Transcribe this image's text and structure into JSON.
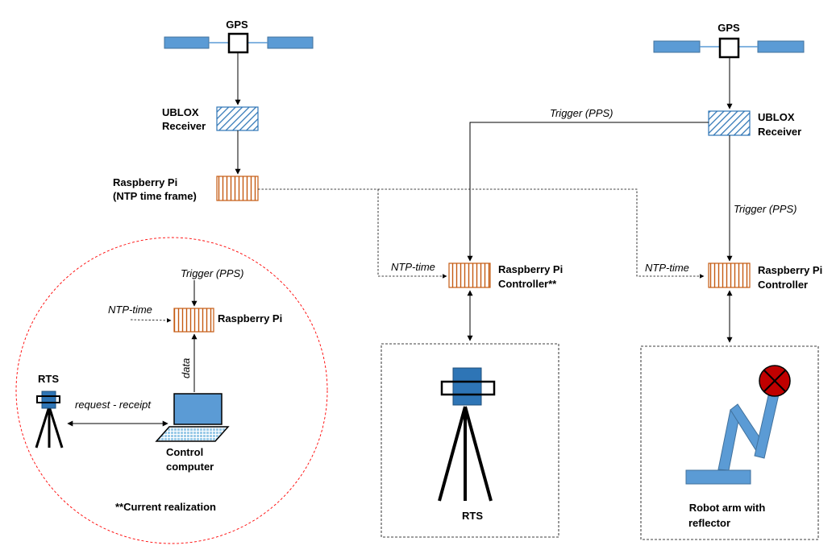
{
  "labels": {
    "gps": "GPS",
    "ublox_line1": "UBLOX",
    "ublox_line2": "Receiver",
    "rpi_ntp_line1": "Raspberry Pi",
    "rpi_ntp_line2": "(NTP time frame)",
    "trigger_pps": "Trigger (PPS)",
    "ntp_time": "NTP-time",
    "rpi_controller_star_line1": "Raspberry Pi",
    "rpi_controller_star_line2": "Controller**",
    "rpi_controller_line1": "Raspberry Pi",
    "rpi_controller_line2": "Controller",
    "raspberry_pi": "Raspberry Pi",
    "data": "data",
    "rts": "RTS",
    "request_receipt": "request - receipt",
    "control_computer_line1": "Control",
    "control_computer_line2": "computer",
    "current_realization": "**Current realization",
    "robot_arm_line1": "Robot arm with",
    "robot_arm_line2": "reflector"
  },
  "colors": {
    "satellite_blue": "#5b9bd5",
    "pi_orange": "#c55a11",
    "ublox_blue": "#2e75b6",
    "realization_circle": "#ff0000",
    "reflector_red": "#c00000"
  }
}
